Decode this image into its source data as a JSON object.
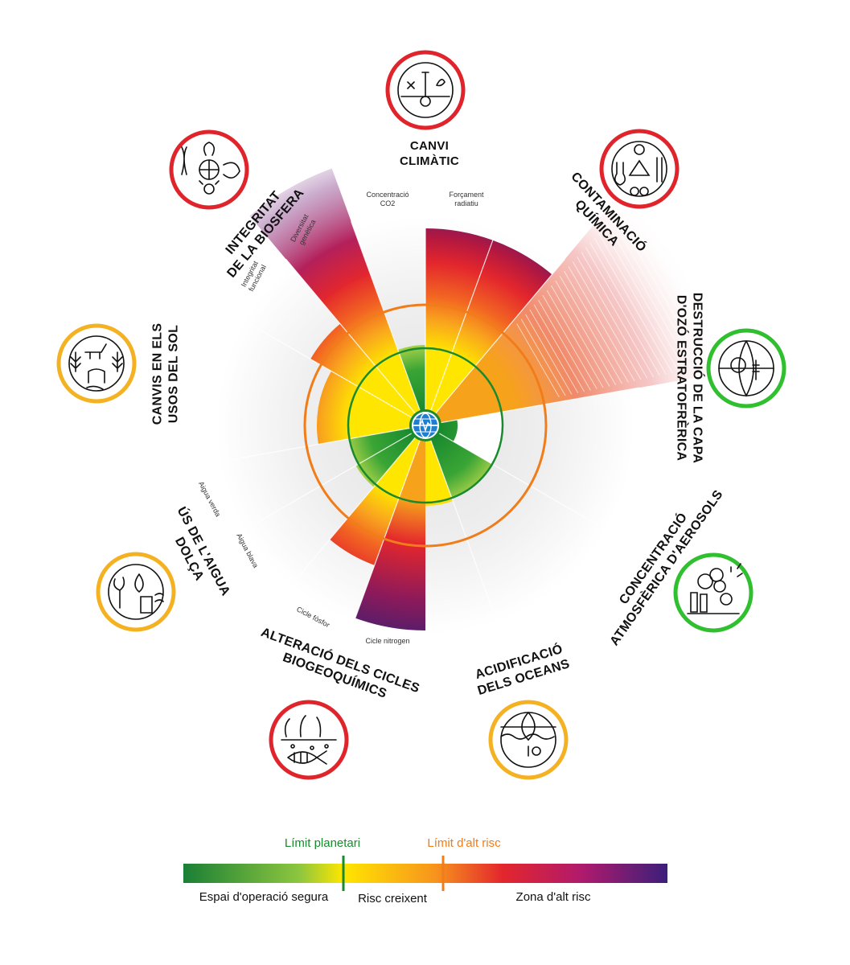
{
  "boundaries": [
    {
      "key": "canvi-climatic",
      "title_lines": [
        "CANVI",
        "CLIMÀTIC"
      ],
      "ring_color": "#e0242b",
      "icon": "thermometer-icon",
      "sub_labels": [
        [
          "Concentració",
          "CO2"
        ],
        [
          "Forçament",
          "radiatiu"
        ]
      ]
    },
    {
      "key": "contaminacio-quimica",
      "title_lines": [
        "CONTAMINACIÓ",
        "QUÍMICA"
      ],
      "ring_color": "#e0242b",
      "icon": "chemical-hazard-icon",
      "sub_labels": []
    },
    {
      "key": "ozo",
      "title_lines": [
        "DESTRUCCIÓ DE LA CAPA",
        "D'OZÓ ESTRATOFRÈRICA"
      ],
      "ring_color": "#2fbf2f",
      "icon": "ozone-globe-icon",
      "sub_labels": []
    },
    {
      "key": "aerosols",
      "title_lines": [
        "CONCENTRACIÓ",
        "ATMOSFÈRICA D'AEROSOLS"
      ],
      "ring_color": "#2fbf2f",
      "icon": "factory-pollution-icon",
      "sub_labels": []
    },
    {
      "key": "acidificacio",
      "title_lines": [
        "ACIDIFICACIÓ",
        "DELS OCEANS"
      ],
      "ring_color": "#f4b223",
      "icon": "ocean-ph-icon",
      "sub_labels": []
    },
    {
      "key": "cicles",
      "title_lines": [
        "ALTERACIÓ DELS CICLES",
        "BIOGEOQUÍMICS"
      ],
      "ring_color": "#e0242b",
      "icon": "soil-plants-fish-icon",
      "sub_labels": [
        [
          "Cicle fòsfor"
        ],
        [
          "Cicle nitrogen"
        ]
      ]
    },
    {
      "key": "aigua",
      "title_lines": [
        "ÚS DE L'AIGUA",
        "DOLÇA"
      ],
      "ring_color": "#f4b223",
      "icon": "water-plant-icon",
      "sub_labels": [
        [
          "Aigua verda"
        ],
        [
          "Aigua blava"
        ]
      ]
    },
    {
      "key": "sol",
      "title_lines": [
        "CANVIS EN ELS",
        "USOS DEL SOL"
      ],
      "ring_color": "#f4b223",
      "icon": "land-use-icon",
      "sub_labels": []
    },
    {
      "key": "biosfera",
      "title_lines": [
        "INTEGRITAT",
        "DE LA BIOSFERA"
      ],
      "ring_color": "#e0242b",
      "icon": "biodiversity-icon",
      "sub_labels": [
        [
          "Integritat",
          "funcional"
        ],
        [
          "Diversitat",
          "genètica"
        ]
      ]
    }
  ],
  "legend": {
    "planetary_limit": "Límit planetari",
    "high_risk_limit": "Límit d'alt risc",
    "safe_zone": "Espai d'operació segura",
    "increasing_risk": "Risc creixent",
    "high_risk_zone": "Zona d'alt risc",
    "colors": {
      "safe": [
        "#1a8a2e",
        "#8dc63f"
      ],
      "increasing": [
        "#ffe600",
        "#f7a21b"
      ],
      "high": [
        "#e8392a",
        "#c2185b",
        "#9b1b8a",
        "#3b1f7a"
      ],
      "planetary_line": "#1a8a2e",
      "high_risk_line": "#f07d1a"
    }
  }
}
